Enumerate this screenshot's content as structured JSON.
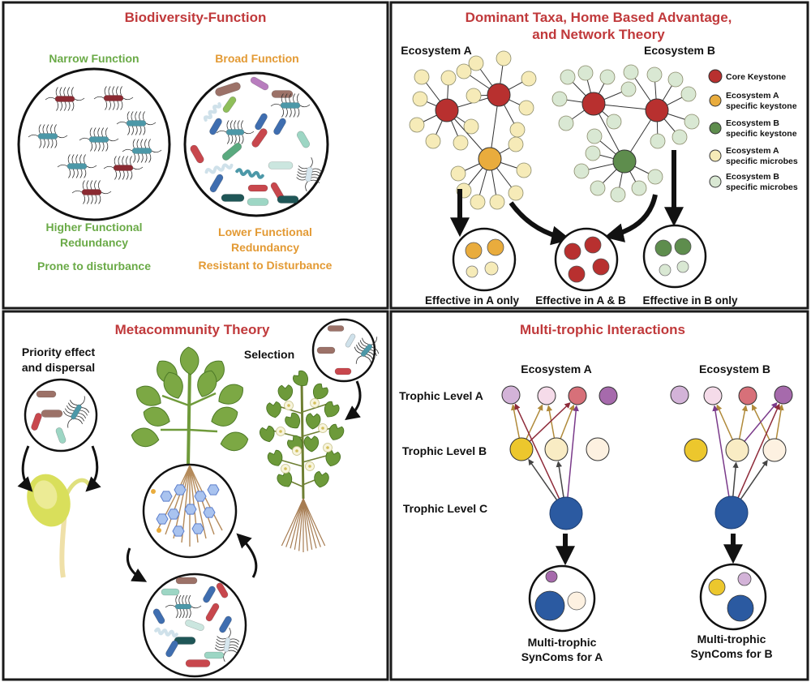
{
  "colors": {
    "title_red": "#c0393b",
    "green_text": "#6aaa47",
    "orange_text": "#e39a34",
    "core_keystone": "#b8302f",
    "eco_a_keystone": "#e9ac3d",
    "eco_b_keystone": "#5e8d4d",
    "eco_a_microbe": "#f6ebb8",
    "eco_b_microbe": "#d9e8d3",
    "trophic_purple": "#a66aac",
    "trophic_lilac": "#d3b3d8",
    "trophic_pink": "#d77079",
    "trophic_yellow": "#ecc72d",
    "trophic_cream": "#f9ecc4",
    "trophic_peach": "#fdf1e1",
    "trophic_blue": "#2b5aa1"
  },
  "panel1": {
    "title": "Biodiversity-Function",
    "narrow_label": "Narrow Function",
    "broad_label": "Broad Function",
    "narrow_caption_1": "Higher Functional",
    "narrow_caption_2": "Redundancy",
    "narrow_caption_3": "Prone to disturbance",
    "broad_caption_1": "Lower Functional",
    "broad_caption_2": "Redundancy",
    "broad_caption_3": "Resistant to Disturbance"
  },
  "panel2": {
    "title_1": "Dominant Taxa, Home Based Advantage,",
    "title_2": "and Network Theory",
    "eco_a_label": "Ecosystem A",
    "eco_b_label": "Ecosystem B",
    "legend": [
      {
        "line1": "Core Keystone",
        "line2": "",
        "color_key": "core_keystone"
      },
      {
        "line1": "Ecosystem A",
        "line2": "specific keystone",
        "color_key": "eco_a_keystone"
      },
      {
        "line1": "Ecosystem B",
        "line2": "specific keystone",
        "color_key": "eco_b_keystone"
      },
      {
        "line1": "Ecosystem A",
        "line2": "specific microbes",
        "color_key": "eco_a_microbe"
      },
      {
        "line1": "Ecosystem B",
        "line2": "specific microbes",
        "color_key": "eco_b_microbe"
      }
    ],
    "effective_a": "Effective in A only",
    "effective_ab": "Effective in A & B",
    "effective_b": "Effective in B only"
  },
  "panel3": {
    "title": "Metacommunity Theory",
    "priority_1": "Priority effect",
    "priority_2": "and dispersal",
    "selection": "Selection"
  },
  "panel4": {
    "title": "Multi-trophic Interactions",
    "eco_a_label": "Ecosystem A",
    "eco_b_label": "Ecosystem B",
    "level_a": "Trophic Level A",
    "level_b": "Trophic Level B",
    "level_c": "Trophic Level C",
    "syncom_a_1": "Multi-trophic",
    "syncom_a_2": "SynComs for A",
    "syncom_b_1": "Multi-trophic",
    "syncom_b_2": "SynComs for B"
  }
}
